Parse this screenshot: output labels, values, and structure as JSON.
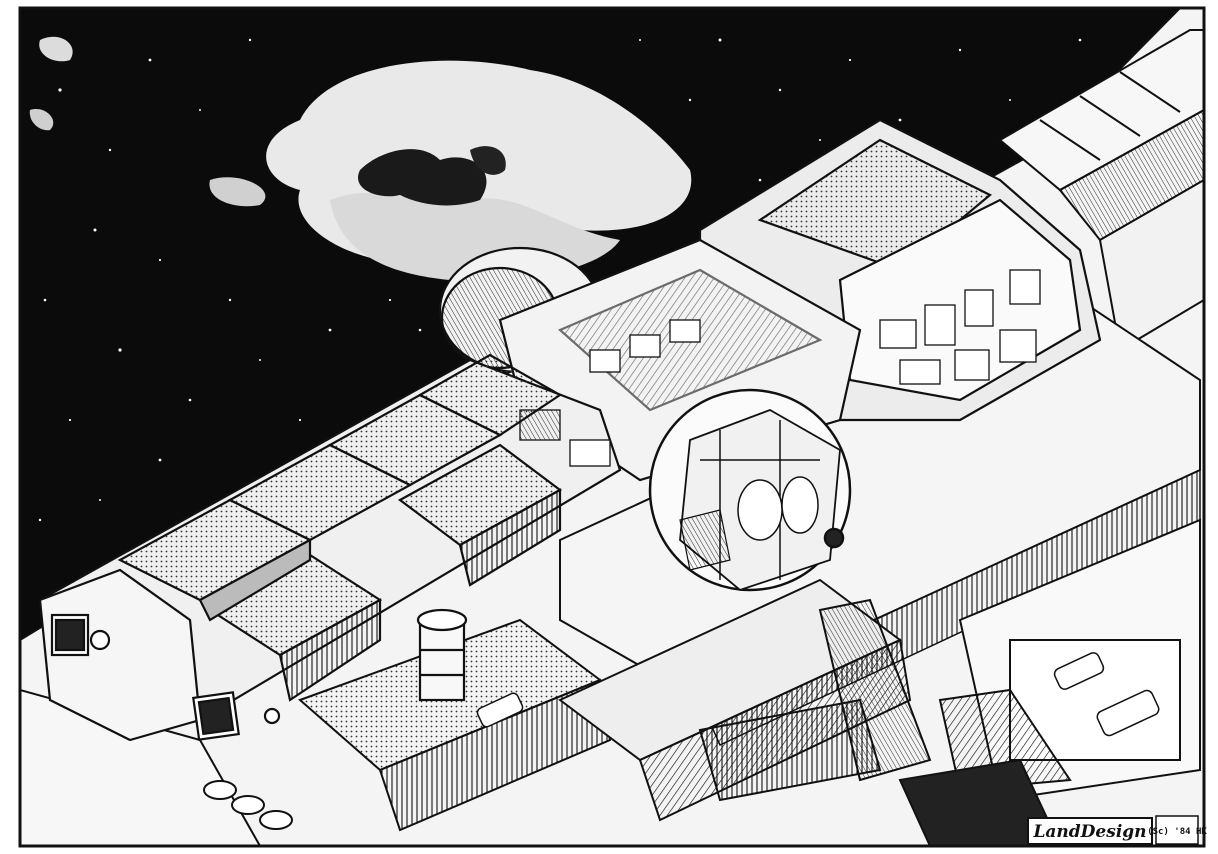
{
  "illustration": {
    "subject": "isometric cutaway of a docked spacecraft over a station",
    "style": "black-and-white ink",
    "colors": {
      "ink": "#111111",
      "paper": "#f4f4f4",
      "space": "#0b0b0b",
      "nebula": "#e9e9e9"
    }
  },
  "signature": {
    "text": "LandDesign",
    "mark": "(Sc) '84 HK"
  }
}
